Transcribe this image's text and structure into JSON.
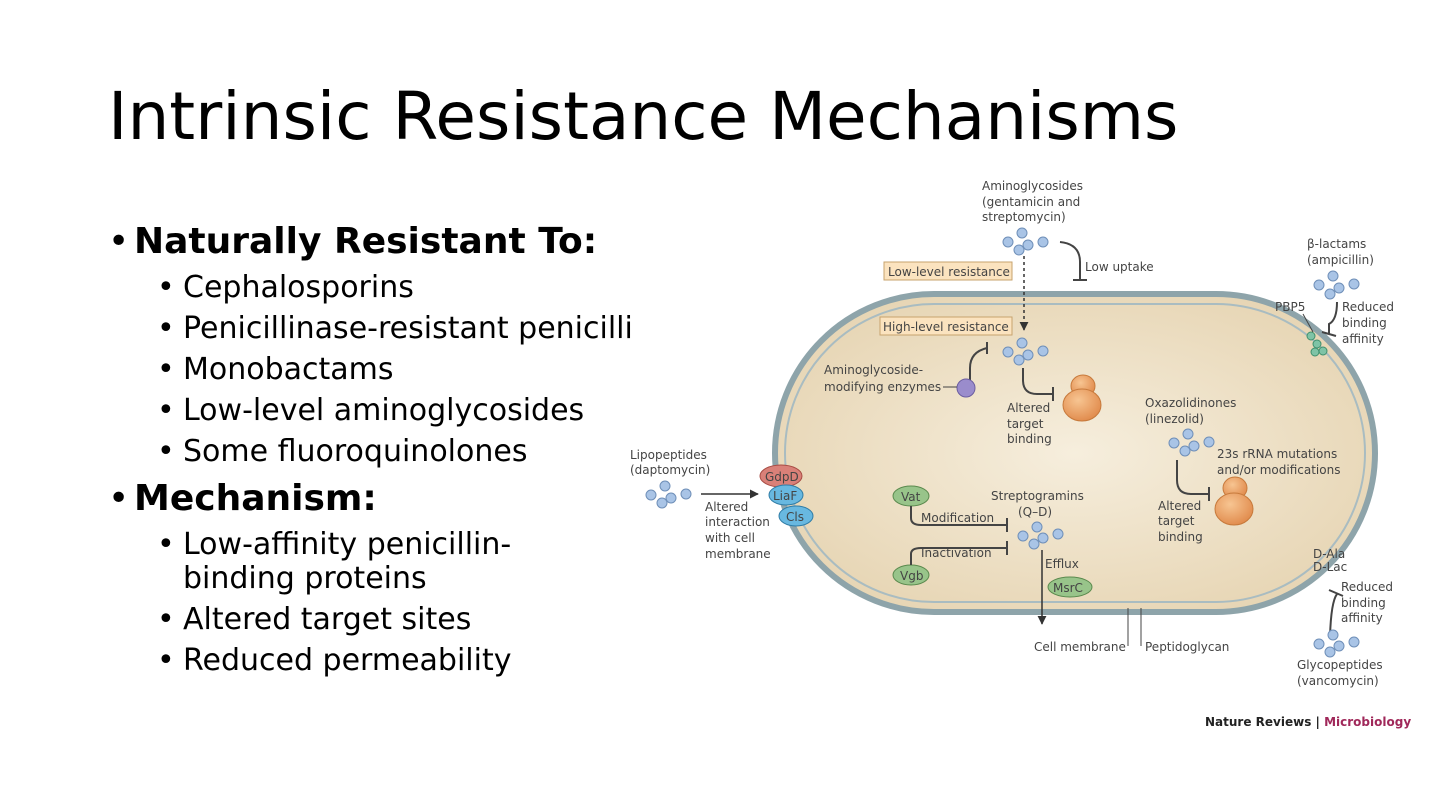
{
  "slide": {
    "title": "Intrinsic Resistance Mechanisms",
    "sections": [
      {
        "heading": "Naturally Resistant To:",
        "items": [
          "Cephalosporins",
          "Penicillinase-resistant penicillins",
          "Monobactams",
          "Low-level aminoglycosides",
          "Some fluoroquinolones"
        ]
      },
      {
        "heading": "Mechanism:",
        "items": [
          "Low-affinity penicillin-binding proteins",
          "Altered target sites",
          "Reduced permeability"
        ]
      }
    ]
  },
  "diagram": {
    "aminoglycosides": [
      "Aminoglycosides",
      "(gentamicin and",
      "streptomycin)"
    ],
    "low_uptake": "Low uptake",
    "low_level_resistance": "Low-level resistance",
    "high_level_resistance": "High-level resistance",
    "beta_lactams": [
      "β-lactams",
      "(ampicillin)"
    ],
    "pbp5": "PBP5",
    "reduced_binding_affinity": [
      "Reduced",
      "binding",
      "affinity"
    ],
    "aminoglycoside_modifying_enzymes": [
      "Aminoglycoside-",
      "modifying enzymes"
    ],
    "altered_target_binding": [
      "Altered",
      "target",
      "binding"
    ],
    "oxazolidinones": [
      "Oxazolidinones",
      "(linezolid)"
    ],
    "rrna_mutations": [
      "23s rRNA mutations",
      "and/or modifications"
    ],
    "lipopeptides": [
      "Lipopeptides",
      "(daptomycin)"
    ],
    "gdpd": "GdpD",
    "liaf": "LiaF",
    "cls": "Cls",
    "altered_interaction": [
      "Altered",
      "interaction",
      "with cell",
      "membrane"
    ],
    "vat": "Vat",
    "vgb": "Vgb",
    "modification": "Modification",
    "inactivation": "Inactivation",
    "streptogramins": [
      "Streptogramins",
      "(Q–D)"
    ],
    "efflux": "Efflux",
    "msrc": "MsrC",
    "d_ala": "D-Ala",
    "d_lac": "D-Lac",
    "cell_membrane": "Cell membrane",
    "peptidoglycan": "Peptidoglycan",
    "glycopeptides": [
      "Glycopeptides",
      "(vancomycin)"
    ],
    "credit_journal": "Nature Reviews",
    "credit_sep": " | ",
    "credit_section": "Microbiology",
    "colors": {
      "cell_fill": "#efe3cc",
      "cell_wall": "#8ea4aa",
      "drug_dot": "#a9c4e6",
      "enzyme_purple": "#9a8ccc",
      "ribosome_orange": "#eeaa6e",
      "gdpd_red": "#d98078",
      "liaf_blue": "#68b8e0",
      "vat_green": "#98c48a",
      "label_box": "#fbe3bf",
      "credit_pink": "#a0285a"
    }
  }
}
